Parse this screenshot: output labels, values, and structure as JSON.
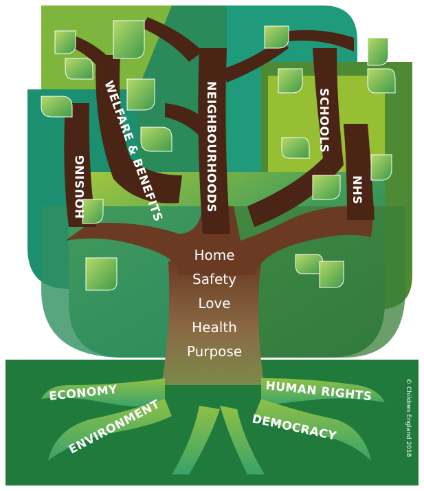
{
  "branches": [
    {
      "label": "HOUSING"
    },
    {
      "label": "WELFARE & BENEFITS"
    },
    {
      "label": "NEIGHBOURHOODS"
    },
    {
      "label": "SCHOOLS"
    },
    {
      "label": "NHS"
    }
  ],
  "trunk_values": [
    "Home",
    "Safety",
    "Love",
    "Health",
    "Purpose"
  ],
  "roots": [
    {
      "label": "ECONOMY"
    },
    {
      "label": "ENVIRONMENT"
    },
    {
      "label": "HUMAN RIGHTS"
    },
    {
      "label": "DEMOCRACY"
    }
  ],
  "credit": "© Children England 2018",
  "colors": {
    "ground": "#1f7a3c",
    "trunk": "#7a5a3c",
    "branch": "#4a2414",
    "canopy_dark": "#2e7d4f",
    "canopy_light": "#9cc33b",
    "root": "#8cc63f"
  }
}
